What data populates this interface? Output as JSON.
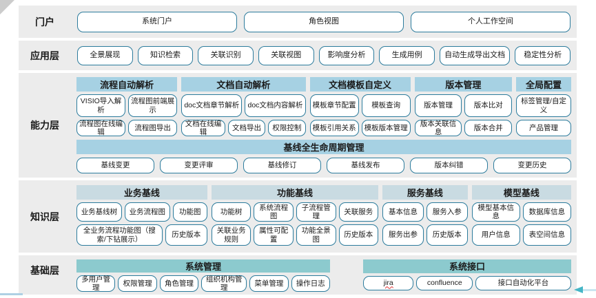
{
  "colors": {
    "band_background": "#ececec",
    "capability_header": "#a6d1e3",
    "knowledge_header": "#c9dbe2",
    "foundation_header": "#8ccace",
    "baseline_header": "#a6d1e3",
    "box_border": "#2b7b9c",
    "box_background": "#ffffff",
    "text": "#1a1a1a",
    "corner_decoration": "#cccccc",
    "arrow_teal": "#45b6c6",
    "arrow_tail": "#c9e6f0",
    "bottom_edge_line": "#aed0e4",
    "spellcheck_underline": "#e03030"
  },
  "portal": {
    "label": "门户",
    "buttons": [
      "系统门户",
      "角色视图",
      "个人工作空间"
    ]
  },
  "application": {
    "label": "应用层",
    "buttons": [
      "全景展现",
      "知识检索",
      "关联识别",
      "关联视图",
      "影响度分析",
      "生成用例",
      "自动生成导出文档",
      "稳定性分析"
    ]
  },
  "capability": {
    "label": "能力层",
    "groups": [
      {
        "title": "流程自动解析",
        "row1": [
          "VISIO导入解析",
          "流程图前端展示"
        ],
        "row2": [
          "流程图在线编辑",
          "流程图导出"
        ]
      },
      {
        "title": "文档自动解析",
        "row1": [
          "doc文档章节解析",
          "doc文档内容解析"
        ],
        "row2": [
          "文档在线编辑",
          "文档导出",
          "权限控制"
        ]
      },
      {
        "title": "文档模板自定义",
        "row1": [
          "模板章节配置",
          "模板查询"
        ],
        "row2": [
          "模板引用关系",
          "模板版本管理"
        ]
      },
      {
        "title": "版本管理",
        "row1": [
          "版本管理",
          "版本比对"
        ],
        "row2": [
          "版本关联信息",
          "版本合并"
        ]
      },
      {
        "title": "全局配置",
        "row1": [
          "标签管理/自定义"
        ],
        "row2": [
          "产品管理"
        ]
      }
    ],
    "baseline": {
      "title": "基线全生命周期管理",
      "buttons": [
        "基线变更",
        "变更评审",
        "基线修订",
        "基线发布",
        "版本纠错",
        "变更历史"
      ]
    }
  },
  "knowledge": {
    "label": "知识层",
    "groups": [
      {
        "title": "业务基线",
        "row1": [
          "业务基线树",
          "业务流程图",
          "功能图"
        ],
        "row2": [
          "全业务流程功能图（搜索/下钻展示）",
          "历史版本"
        ]
      },
      {
        "title": "功能基线",
        "row1": [
          "功能树",
          "系统流程图",
          "子流程管理",
          "关联服务"
        ],
        "row2": [
          "关联业务规则",
          "属性可配置",
          "功能全景图",
          "历史版本"
        ]
      },
      {
        "title": "服务基线",
        "row1": [
          "基本信息",
          "服务入参"
        ],
        "row2": [
          "服务出参",
          "历史版本"
        ]
      },
      {
        "title": "模型基线",
        "row1": [
          "模型基本信息",
          "数据库信息"
        ],
        "row2": [
          "用户信息",
          "表空间信息"
        ]
      }
    ]
  },
  "foundation": {
    "label": "基础层",
    "groups": [
      {
        "title": "系统管理",
        "buttons": [
          "多用户管理",
          "权限管理",
          "角色管理",
          "组织机构管理",
          "菜单管理",
          "操作日志"
        ]
      },
      {
        "title": "系统接口",
        "buttons": [
          "jira",
          "confluence",
          "接口自动化平台"
        ]
      }
    ]
  }
}
